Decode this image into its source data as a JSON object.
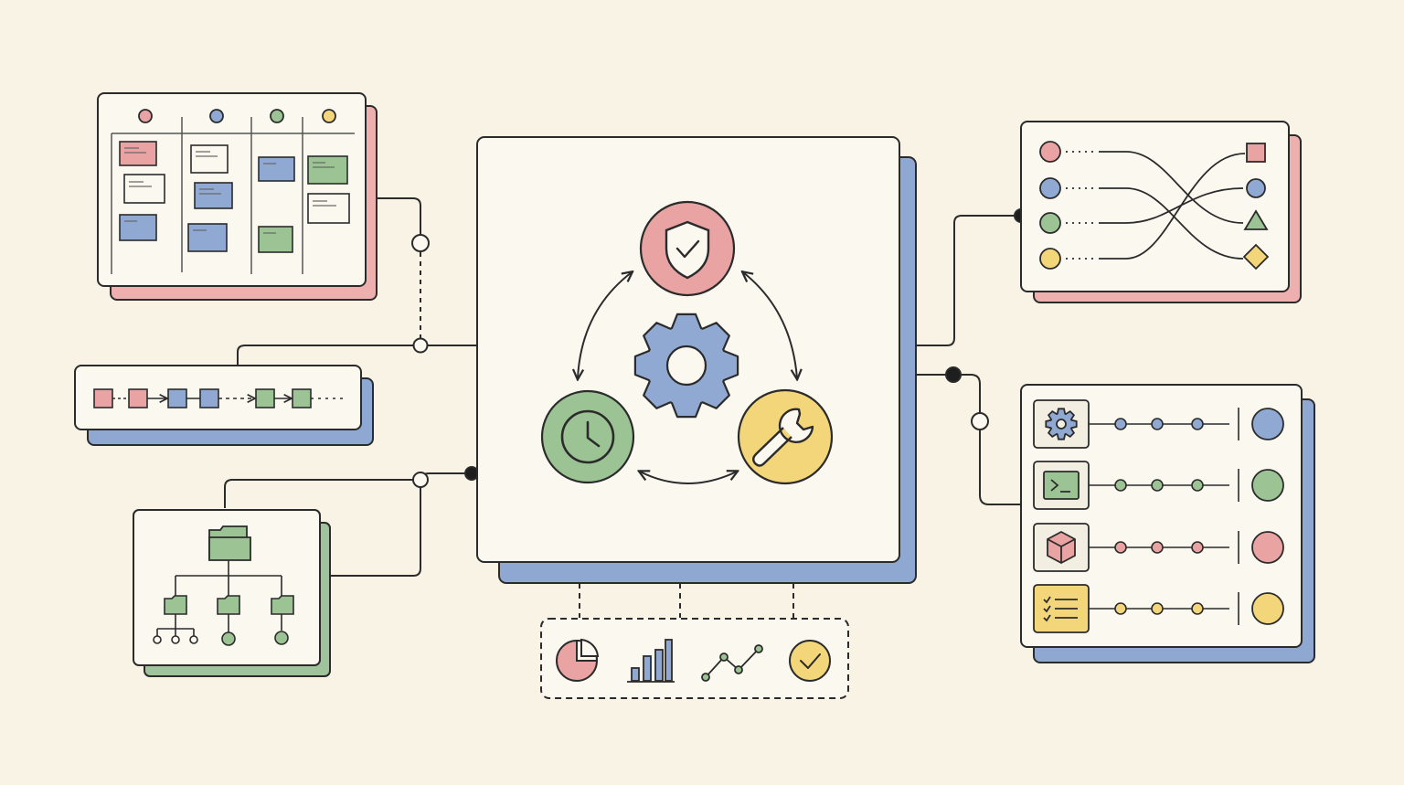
{
  "palette": {
    "background": "#f9f3e6",
    "panel": "#fbf8f0",
    "stroke": "#2b2b2b",
    "red": "#e9a3a3",
    "blue": "#8fa9d3",
    "green": "#9cc394",
    "yellow": "#f4d67a",
    "shadow_red": "#eeb0ae",
    "shadow_blue": "#8ea8d2",
    "shadow_green": "#9fc39a"
  },
  "panels": {
    "kanban": {
      "columns": [
        "red",
        "blue",
        "green",
        "yellow"
      ],
      "shadow": "red"
    },
    "pipeline": {
      "steps": [
        "red",
        "red",
        "blue",
        "blue",
        "green",
        "green"
      ],
      "shadow": "blue"
    },
    "file_tree": {
      "folder_icon": "folder-icon",
      "shadow": "green"
    },
    "central_hub": {
      "cycle": [
        "shield-check-icon",
        "gear-icon",
        "wrench-icon",
        "clock-icon"
      ],
      "shadow": "blue"
    },
    "routing": {
      "inputs": [
        "red",
        "blue",
        "green",
        "yellow"
      ],
      "outputs": [
        "square",
        "circle",
        "triangle",
        "diamond"
      ],
      "shadow": "red"
    },
    "tools": {
      "rows": [
        {
          "icon": "gear-icon",
          "color": "blue"
        },
        {
          "icon": "terminal-icon",
          "color": "green"
        },
        {
          "icon": "cube-icon",
          "color": "red"
        },
        {
          "icon": "checklist-icon",
          "color": "yellow"
        }
      ],
      "shadow": "blue"
    },
    "analytics": {
      "icons": [
        "pie-chart-icon",
        "bar-chart-icon",
        "line-chart-icon",
        "check-circle-icon"
      ]
    }
  }
}
